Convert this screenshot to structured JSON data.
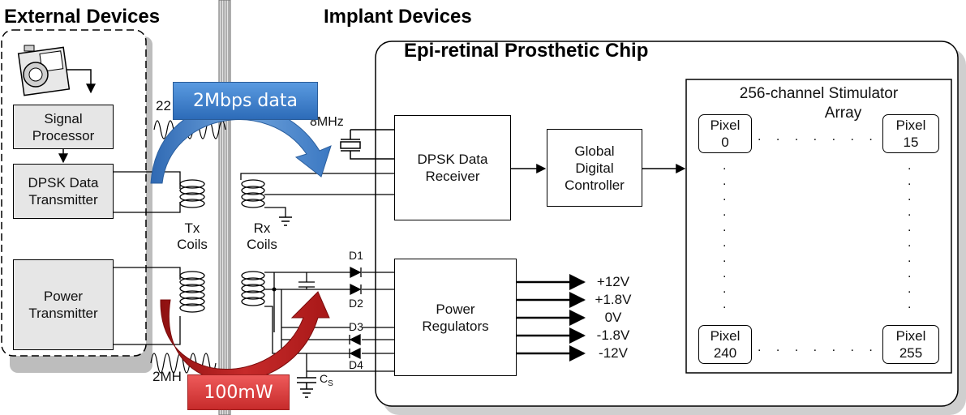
{
  "headers": {
    "external": "External Devices",
    "implant": "Implant Devices"
  },
  "chip": {
    "title": "Epi-retinal Prosthetic Chip"
  },
  "external_blocks": {
    "signal_processor": [
      "Signal",
      "Processor"
    ],
    "dpsk_transmitter": [
      "DPSK Data",
      "Transmitter"
    ],
    "power_transmitter": [
      "Power",
      "Transmitter"
    ]
  },
  "coil_labels": {
    "tx": [
      "Tx",
      "Coils"
    ],
    "rx": [
      "Rx",
      "Coils"
    ],
    "freq_data_partial": "22",
    "freq_power_partial": "2MH"
  },
  "crystal_label": "8MHz",
  "chip_blocks": {
    "dpsk_receiver": [
      "DPSK Data",
      "Receiver"
    ],
    "global_controller": [
      "Global",
      "Digital",
      "Controller"
    ],
    "power_regulators": [
      "Power",
      "Regulators"
    ]
  },
  "stimulator": {
    "title": [
      "256-channel Stimulator",
      "Array"
    ],
    "pixels": [
      {
        "name": "Pixel",
        "num": "0"
      },
      {
        "name": "Pixel",
        "num": "15"
      },
      {
        "name": "Pixel",
        "num": "240"
      },
      {
        "name": "Pixel",
        "num": "255"
      }
    ]
  },
  "diodes": [
    "D1",
    "D2",
    "D3",
    "D4"
  ],
  "cap_label": {
    "main": "C",
    "sub": "S"
  },
  "voltages": [
    "+12V",
    "+1.8V",
    "0V",
    "-1.8V",
    "-12V"
  ],
  "callouts": {
    "data": {
      "text": "2Mbps data",
      "color": "#3d7cc0"
    },
    "power": {
      "text": "100mW",
      "color": "#d83a3a"
    }
  }
}
